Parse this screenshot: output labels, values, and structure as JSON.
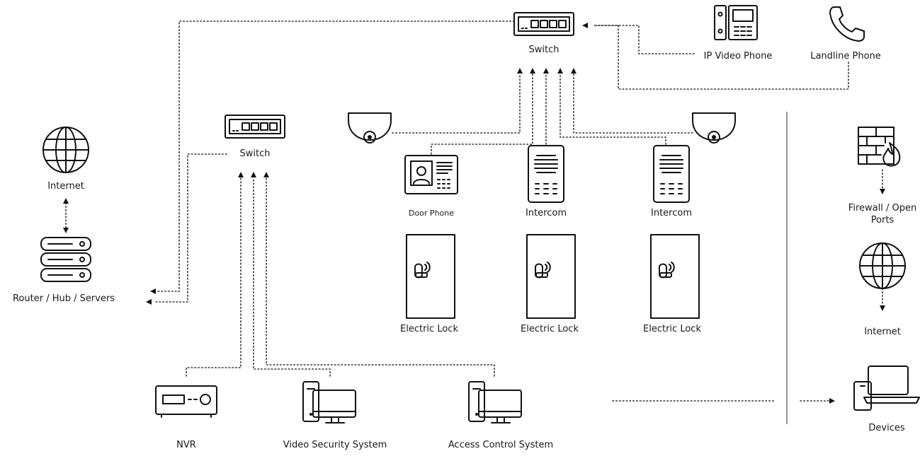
{
  "labels": {
    "switch_top": "Switch",
    "switch_left": "Switch",
    "ip_video_phone": "IP Video Phone",
    "landline_phone": "Landline Phone",
    "internet_left": "Internet",
    "router": "Router / Hub / Servers",
    "door_phone": "Door Phone",
    "intercom_1": "Intercom",
    "intercom_2": "Intercom",
    "electric_lock_1": "Electric Lock",
    "electric_lock_2": "Electric Lock",
    "electric_lock_3": "Electric Lock",
    "firewall": "Firewall / Open Ports",
    "internet_right": "Internet",
    "devices": "Devices",
    "nvr": "NVR",
    "video_security": "Video Security System",
    "access_control": "Access Control System"
  }
}
